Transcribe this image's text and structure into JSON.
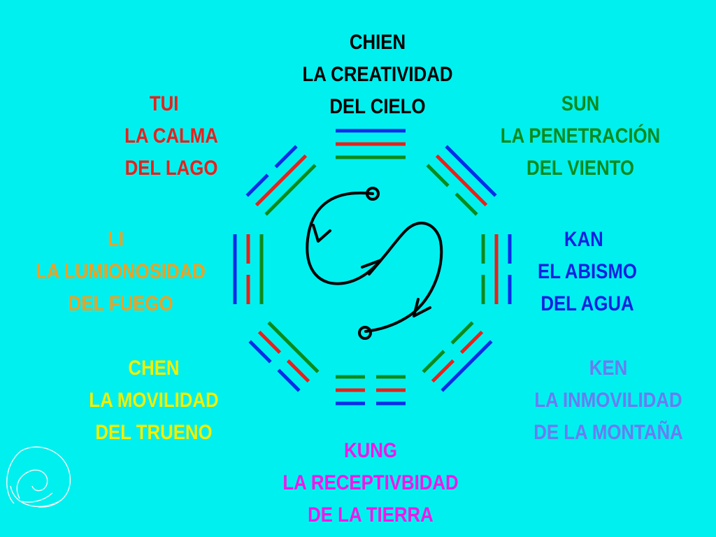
{
  "trigrams": [
    {
      "id": "chien",
      "name": "CHIEN",
      "line1": "LA CREATIVIDAD",
      "line2": "DEL CIELO",
      "color": "#000000",
      "lines": [
        1,
        1,
        1
      ],
      "line_colors": [
        "#0a2ce8",
        "#e8201a",
        "#0b8a1a"
      ]
    },
    {
      "id": "sun",
      "name": "SUN",
      "line1": "LA PENETRACIÓN",
      "line2": "DEL VIENTO",
      "color": "#0b8a1a",
      "lines": [
        1,
        1,
        0
      ],
      "line_colors": [
        "#0a2ce8",
        "#e8201a",
        "#0b8a1a"
      ]
    },
    {
      "id": "kan",
      "name": "KAN",
      "line1": "EL ABISMO",
      "line2": "DEL AGUA",
      "color": "#1020e0",
      "lines": [
        0,
        1,
        0
      ],
      "line_colors": [
        "#0a2ce8",
        "#e8201a",
        "#0b8a1a"
      ]
    },
    {
      "id": "ken",
      "name": "KEN",
      "line1": "LA INMOVILIDAD",
      "line2": "DE LA MONTAÑA",
      "color": "#6a7cf0",
      "lines": [
        1,
        0,
        0
      ],
      "line_colors": [
        "#0a2ce8",
        "#e8201a",
        "#0b8a1a"
      ]
    },
    {
      "id": "kung",
      "name": "KUNG",
      "line1": "LA RECEPTIVBIDAD",
      "line2": "DE LA TIERRA",
      "color": "#f018e8",
      "lines": [
        0,
        0,
        0
      ],
      "line_colors": [
        "#0a2ce8",
        "#e8201a",
        "#0b8a1a"
      ]
    },
    {
      "id": "chen",
      "name": "CHEN",
      "line1": "LA MOVILIDAD",
      "line2": "DEL TRUENO",
      "color": "#f0f000",
      "lines": [
        0,
        0,
        1
      ],
      "line_colors": [
        "#0a2ce8",
        "#e8201a",
        "#0b8a1a"
      ]
    },
    {
      "id": "li",
      "name": "LI",
      "line1": "LA LUMIONOSIDAD",
      "line2": "DEL FUEGO",
      "color": "#f0a020",
      "lines": [
        1,
        0,
        1
      ],
      "line_colors": [
        "#0a2ce8",
        "#e8201a",
        "#0b8a1a"
      ]
    },
    {
      "id": "tui",
      "name": "TUI",
      "line1": "LA CALMA",
      "line2": "DEL LAGO",
      "color": "#e8201a",
      "lines": [
        0,
        1,
        1
      ],
      "line_colors": [
        "#0a2ce8",
        "#e8201a",
        "#0b8a1a"
      ]
    }
  ],
  "center_symbol": {
    "icon": "yin-yang-spiral-arrows-icon",
    "color": "#000000"
  },
  "watermark": {
    "icon": "spiral-logo-icon",
    "color": "#f4f4f4"
  }
}
